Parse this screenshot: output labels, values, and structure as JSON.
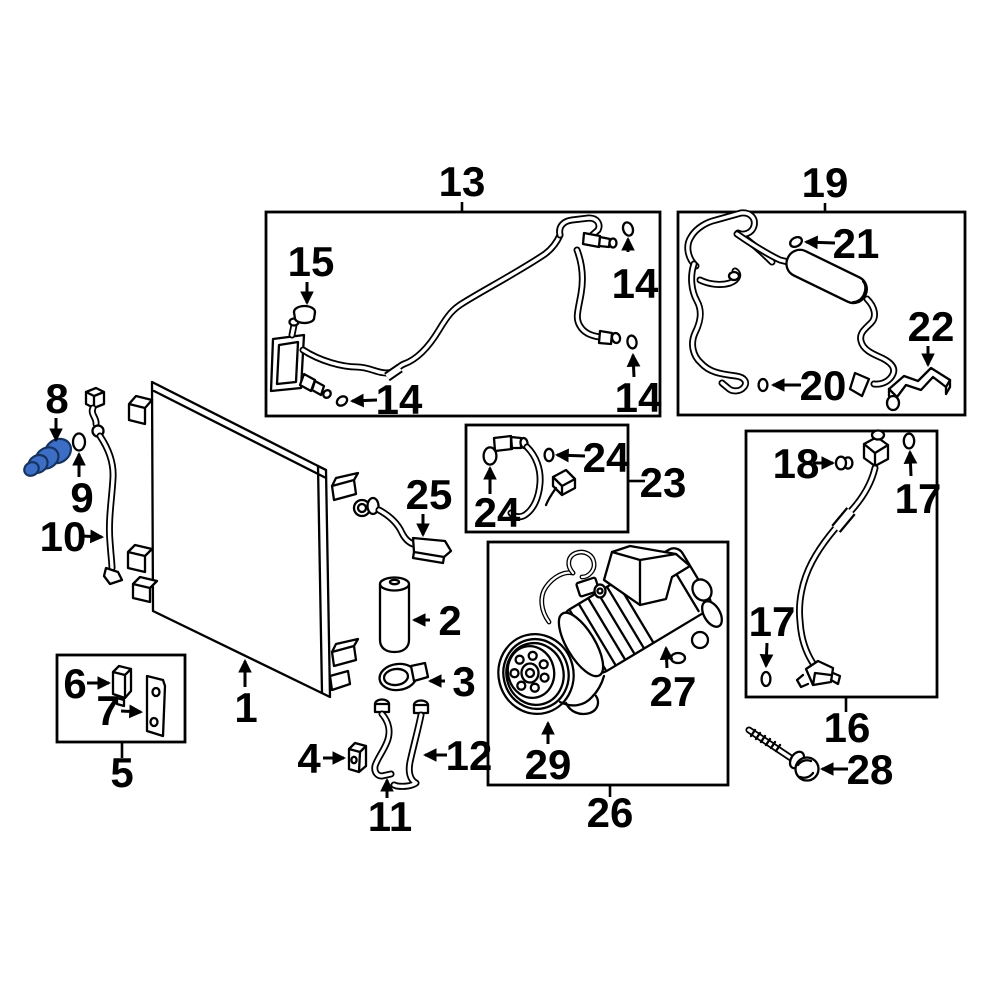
{
  "diagram": {
    "type": "exploded-parts-diagram",
    "subject": "automotive air conditioning system",
    "colors": {
      "background": "#ffffff",
      "line": "#000000",
      "highlight": "#3d6ec5",
      "highlight_outline": "#16335f"
    },
    "callouts": {
      "n1": "1",
      "n2": "2",
      "n3": "3",
      "n4": "4",
      "n5": "5",
      "n6": "6",
      "n7": "7",
      "n8": "8",
      "n9": "9",
      "n10": "10",
      "n11": "11",
      "n12": "12",
      "n13": "13",
      "n14a": "14",
      "n14b": "14",
      "n14c": "14",
      "n15": "15",
      "n16": "16",
      "n17a": "17",
      "n17b": "17",
      "n18": "18",
      "n19": "19",
      "n20": "20",
      "n21": "21",
      "n22": "22",
      "n23": "23",
      "n24a": "24",
      "n24b": "24",
      "n25": "25",
      "n26": "26",
      "n27": "27",
      "n28": "28",
      "n29": "29"
    }
  }
}
